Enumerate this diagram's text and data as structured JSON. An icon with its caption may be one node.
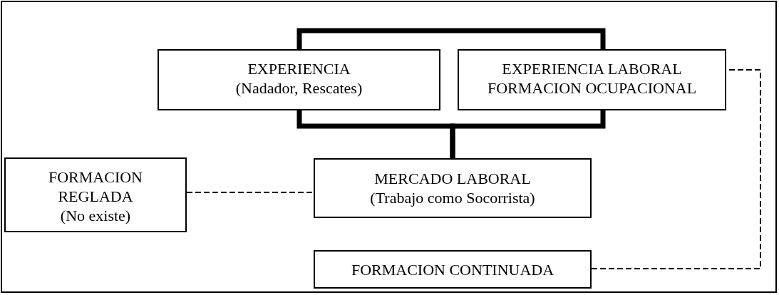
{
  "diagram": {
    "nodes": [
      {
        "text": [
          "EXPERIENCIA",
          "(Nadador, Rescates)"
        ]
      },
      {
        "text": [
          "EXPERIENCIA LABORAL",
          "FORMACION OCUPACIONAL"
        ]
      },
      {
        "text": [
          "FORMACION REGLADA",
          "(No existe)"
        ]
      },
      {
        "text": [
          "MERCADO LABORAL",
          "(Trabajo como Socorrista)"
        ]
      },
      {
        "text": [
          "FORMACION CONTINUADA"
        ]
      }
    ],
    "edges": [
      {
        "from": 0,
        "to": 1,
        "arrow": "none"
      },
      {
        "from": 0,
        "to": 3,
        "arrow": "none"
      },
      {
        "from": 1,
        "to": 3,
        "arrow": "none"
      },
      {
        "from": 2,
        "to": 3,
        "arrow": "none",
        "style": "dashed"
      },
      {
        "from": 4,
        "to": 1,
        "arrow": "none",
        "style": "dashed"
      }
    ]
  }
}
